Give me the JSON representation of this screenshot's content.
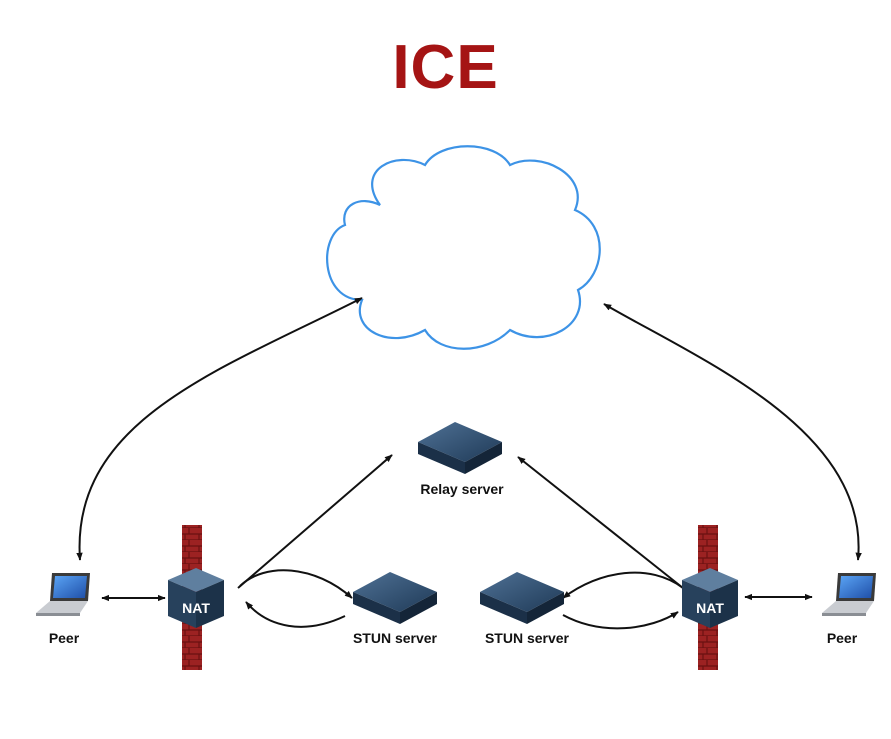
{
  "title": "ICE",
  "colors": {
    "title": "#a51414",
    "cloud_stroke": "#3d93e6",
    "arrow": "#111111",
    "firewall": "#a02a2a",
    "device": "#2d4d6d",
    "laptop_screen": "#3a7fe0"
  },
  "nodes": {
    "relay_server": {
      "label": "Relay server",
      "icon": "server-icon"
    },
    "stun_left": {
      "label": "STUN server",
      "icon": "server-icon"
    },
    "stun_right": {
      "label": "STUN server",
      "icon": "server-icon"
    },
    "nat_left": {
      "label": "NAT",
      "icon": "nat-router-icon"
    },
    "nat_right": {
      "label": "NAT",
      "icon": "nat-router-icon"
    },
    "peer_left": {
      "label": "Peer",
      "icon": "laptop-icon"
    },
    "peer_right": {
      "label": "Peer",
      "icon": "laptop-icon"
    },
    "cloud": {
      "icon": "cloud-icon"
    }
  }
}
